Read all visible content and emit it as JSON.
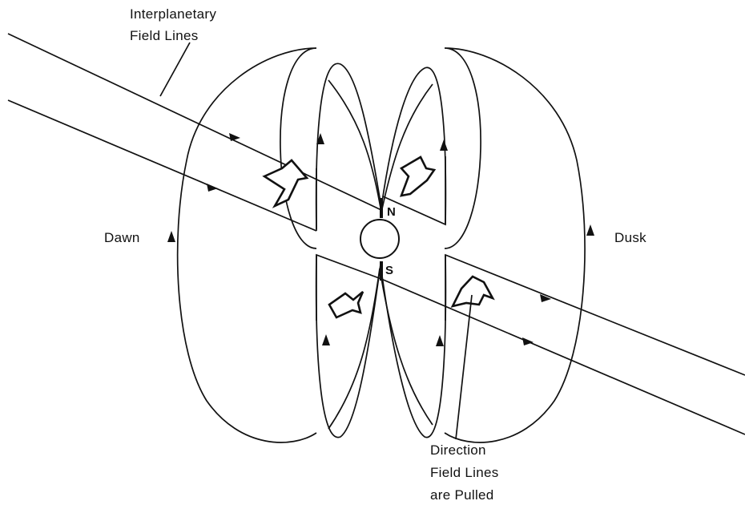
{
  "labels": {
    "interplanetary_line1": "Interplanetary",
    "interplanetary_line2": "Field Lines",
    "dawn": "Dawn",
    "dusk": "Dusk",
    "north": "N",
    "south": "S",
    "direction_line1": "Direction",
    "direction_line2": "Field Lines",
    "direction_line3": "are Pulled"
  }
}
